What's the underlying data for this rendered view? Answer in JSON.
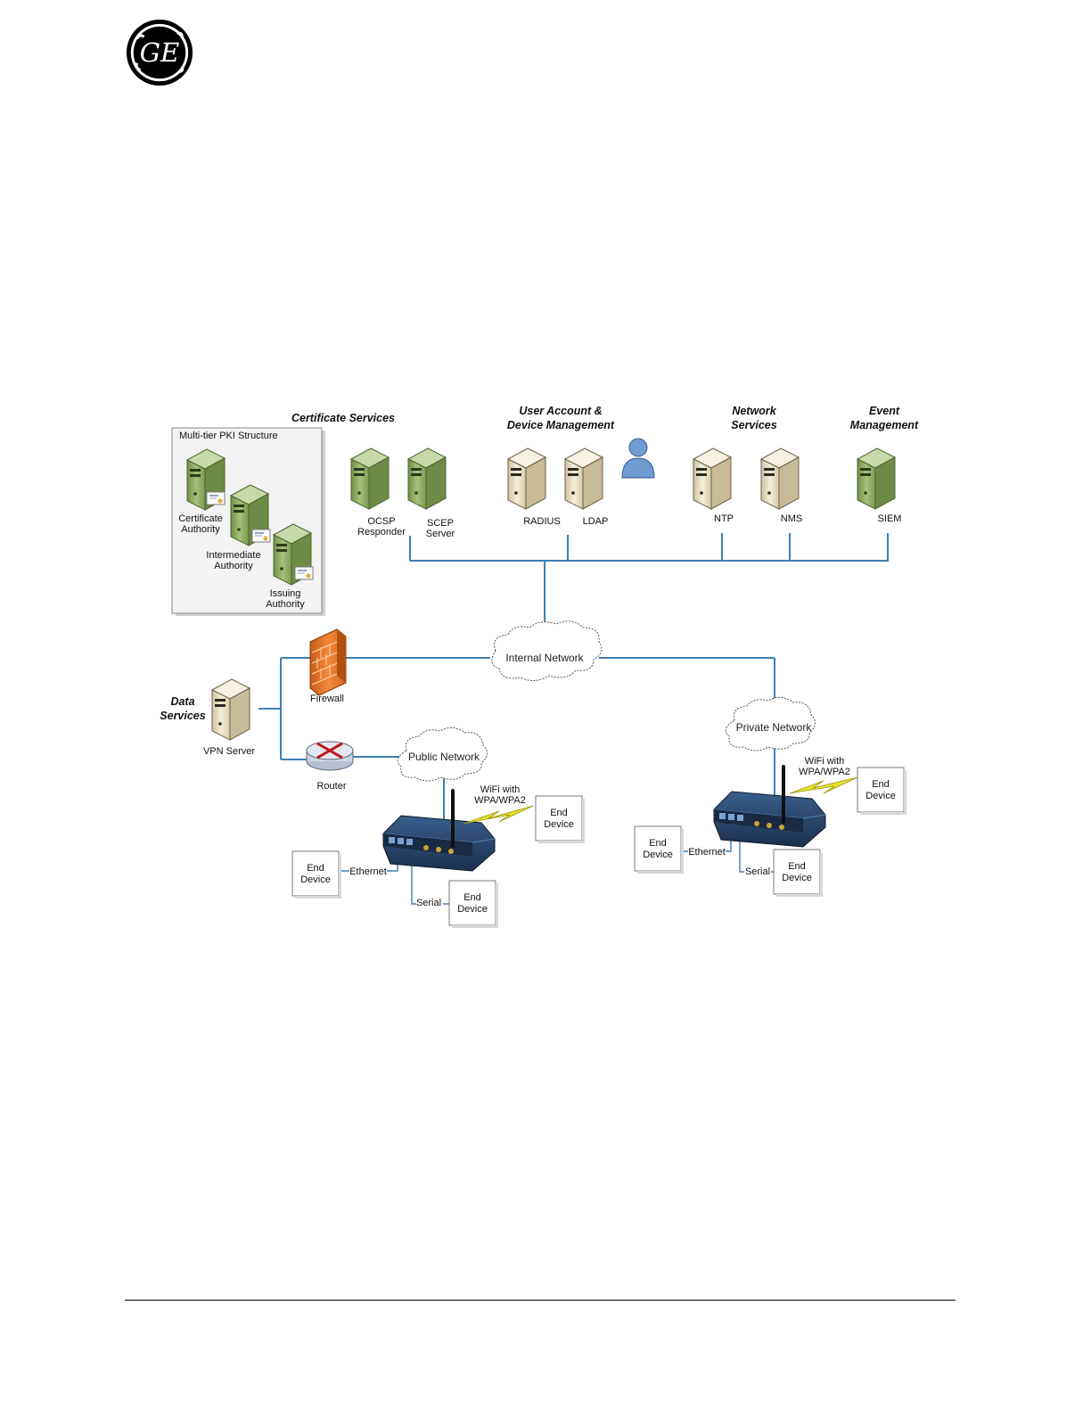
{
  "logo": {
    "icon": "ge-monogram-logo",
    "text": "GE"
  },
  "colors": {
    "link": "#3d7fb5",
    "server_green": "#8fae62",
    "server_beige": "#ede3c6",
    "firewall": "#e8732a",
    "bolt": "#e6e12a"
  },
  "headers": {
    "certificate_services": "Certificate Services",
    "user_account": [
      "User Account &",
      "Device Management"
    ],
    "network_services": [
      "Network",
      "Services"
    ],
    "event_management": [
      "Event",
      "Management"
    ],
    "data_services": [
      "Data",
      "Services"
    ]
  },
  "pki": {
    "title": "Multi-tier PKI Structure",
    "certificate_authority": [
      "Certificate",
      "Authority"
    ],
    "intermediate_authority": [
      "Intermediate",
      "Authority"
    ],
    "issuing_authority": [
      "Issuing",
      "Authority"
    ]
  },
  "servers": {
    "ocsp": [
      "OCSP",
      "Responder"
    ],
    "scep": [
      "SCEP",
      "Server"
    ],
    "radius": "RADIUS",
    "ldap": "LDAP",
    "ntp": "NTP",
    "nms": "NMS",
    "siem": "SIEM",
    "vpn": "VPN Server"
  },
  "network": {
    "firewall": "Firewall",
    "router": "Router",
    "internal": "Internal Network",
    "public": "Public Network",
    "private": "Private Network"
  },
  "edge": {
    "wifi": [
      "WiFi with",
      "WPA/WPA2"
    ],
    "end_device": [
      "End",
      "Device"
    ],
    "ethernet": "Ethernet",
    "serial": "Serial"
  }
}
